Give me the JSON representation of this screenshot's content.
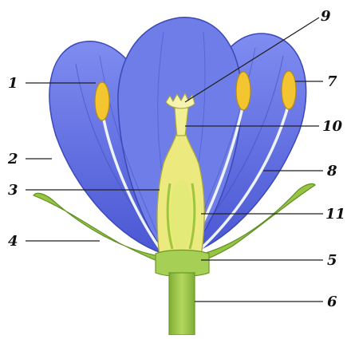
{
  "colors": {
    "petal": "#6b78e6",
    "petal_dark": "#3f4fc9",
    "petal_vein": "#2f3aa8",
    "sepal": "#8fbf3a",
    "sepal_dark": "#5f8f22",
    "anther": "#f2c531",
    "filament": "#e8eef5",
    "pistil": "#e9e67a",
    "ovary_inner": "#d7e86a",
    "ovule_line": "#9cc63b",
    "stem": "#9cc94a",
    "background": "#ffffff",
    "label": "#111111"
  },
  "labels": [
    {
      "id": "1",
      "text": "1"
    },
    {
      "id": "2",
      "text": "2"
    },
    {
      "id": "3",
      "text": "3"
    },
    {
      "id": "4",
      "text": "4"
    },
    {
      "id": "5",
      "text": "5"
    },
    {
      "id": "6",
      "text": "6"
    },
    {
      "id": "7",
      "text": "7"
    },
    {
      "id": "8",
      "text": "8"
    },
    {
      "id": "9",
      "text": "9"
    },
    {
      "id": "10",
      "text": "10"
    },
    {
      "id": "11",
      "text": "11"
    }
  ]
}
